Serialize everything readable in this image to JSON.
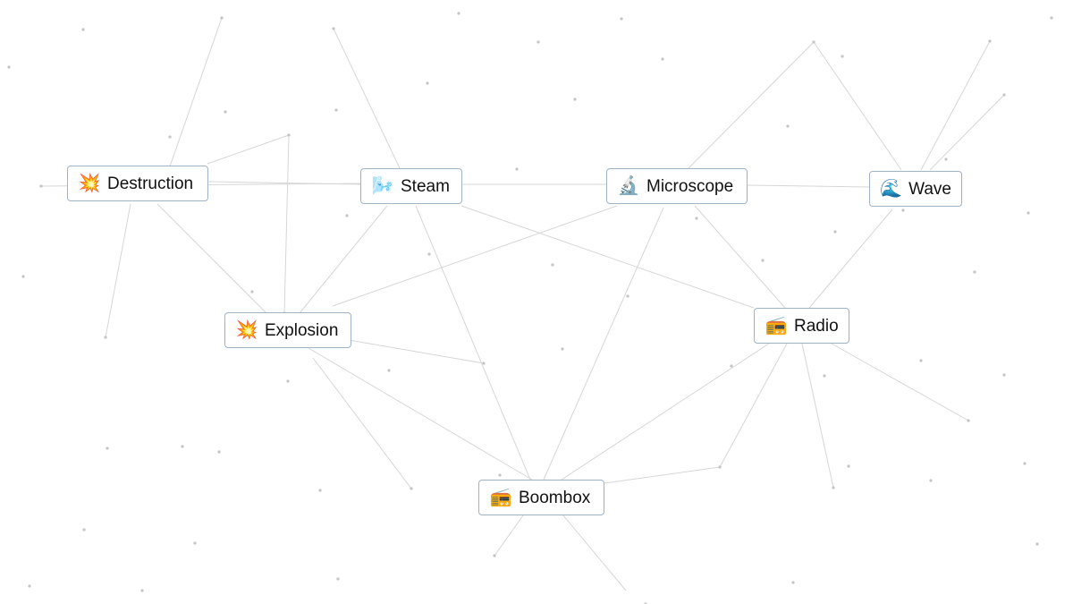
{
  "elements": [
    {
      "id": "destruction",
      "name": "Destruction",
      "emoji": "💥"
    },
    {
      "id": "steam",
      "name": "Steam",
      "emoji": "🌬️"
    },
    {
      "id": "microscope",
      "name": "Microscope",
      "emoji": "🔬"
    },
    {
      "id": "wave",
      "name": "Wave",
      "emoji": "🌊"
    },
    {
      "id": "explosion",
      "name": "Explosion",
      "emoji": "💥"
    },
    {
      "id": "radio",
      "name": "Radio",
      "emoji": "📻"
    },
    {
      "id": "boombox",
      "name": "Boombox",
      "emoji": "📻"
    }
  ],
  "colors": {
    "background": "#ffffff",
    "card_border": "#9fb2c6",
    "link_line": "#d6d6d6",
    "dot": "#c4c4c4",
    "text": "#111111"
  }
}
